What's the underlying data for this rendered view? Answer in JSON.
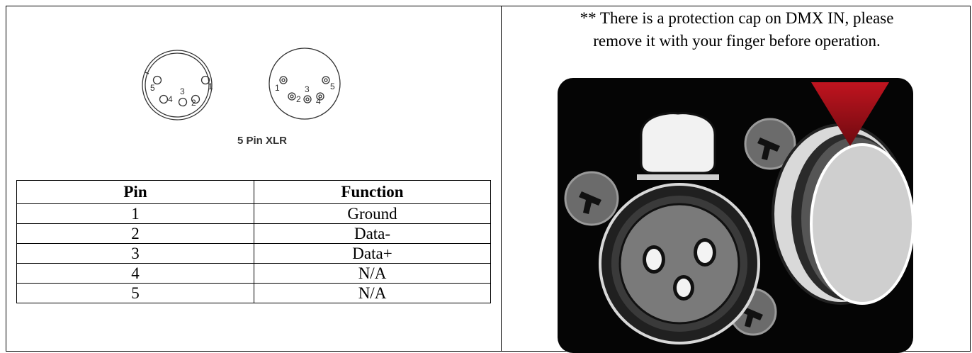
{
  "connector": {
    "caption": "5 Pin XLR",
    "left_pins": [
      "5",
      "4",
      "3",
      "2",
      "1"
    ],
    "right_pins": [
      "1",
      "2",
      "3",
      "4",
      "5"
    ]
  },
  "pin_table": {
    "headers": [
      "Pin",
      "Function"
    ],
    "rows": [
      [
        "1",
        "Ground"
      ],
      [
        "2",
        "Data-"
      ],
      [
        "3",
        "Data+"
      ],
      [
        "4",
        "N/A"
      ],
      [
        "5",
        "N/A"
      ]
    ]
  },
  "note": {
    "line1": "** There is a protection cap on DMX IN, please",
    "line2": "remove it with your finger before operation."
  },
  "colors": {
    "arrow_red": "#b3121c",
    "panel_black": "#050505",
    "cap_gray": "#c9c9c9"
  }
}
